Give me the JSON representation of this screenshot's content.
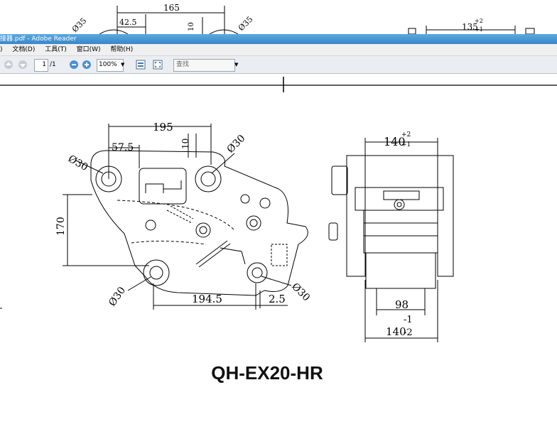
{
  "window": {
    "title": "接器.pdf - Adobe Reader"
  },
  "menu": [
    {
      "label": ")"
    },
    {
      "label": "文档(D)"
    },
    {
      "label": "工具(T)"
    },
    {
      "label": "窗口(W)"
    },
    {
      "label": "帮助(H)"
    }
  ],
  "toolbar": {
    "page_current": "1",
    "page_total": "/1",
    "zoom": "100%",
    "find_placeholder": "查找"
  },
  "background_drawing": {
    "dim_165": "165",
    "dim_42_5": "42.5",
    "dim_10": "10",
    "dia_35_left": "Ø35",
    "dia_35_right": "Ø35",
    "dim_135": "135",
    "tol_135_upper": "+2",
    "tol_135_lower": "+1"
  },
  "drawing": {
    "front_view": {
      "dim_top": "195",
      "dim_57_5": "57.5",
      "dim_10": "10",
      "dia_top_left": "Ø30",
      "dia_top_right": "Ø30",
      "dim_height": "170",
      "dia_bottom_left": "Ø30",
      "dia_bottom_right": "Ø30",
      "dim_194_5": "194.5",
      "dim_2_5": "2.5"
    },
    "side_view": {
      "dim_top": "140",
      "tol_top_upper": "+2",
      "tol_top_lower": "+1",
      "dim_98": "98",
      "dim_140_bottom": "140",
      "tol_bottom_upper": "-1",
      "tol_bottom_lower": "-2"
    }
  },
  "model_name": "QH-EX20-HR"
}
